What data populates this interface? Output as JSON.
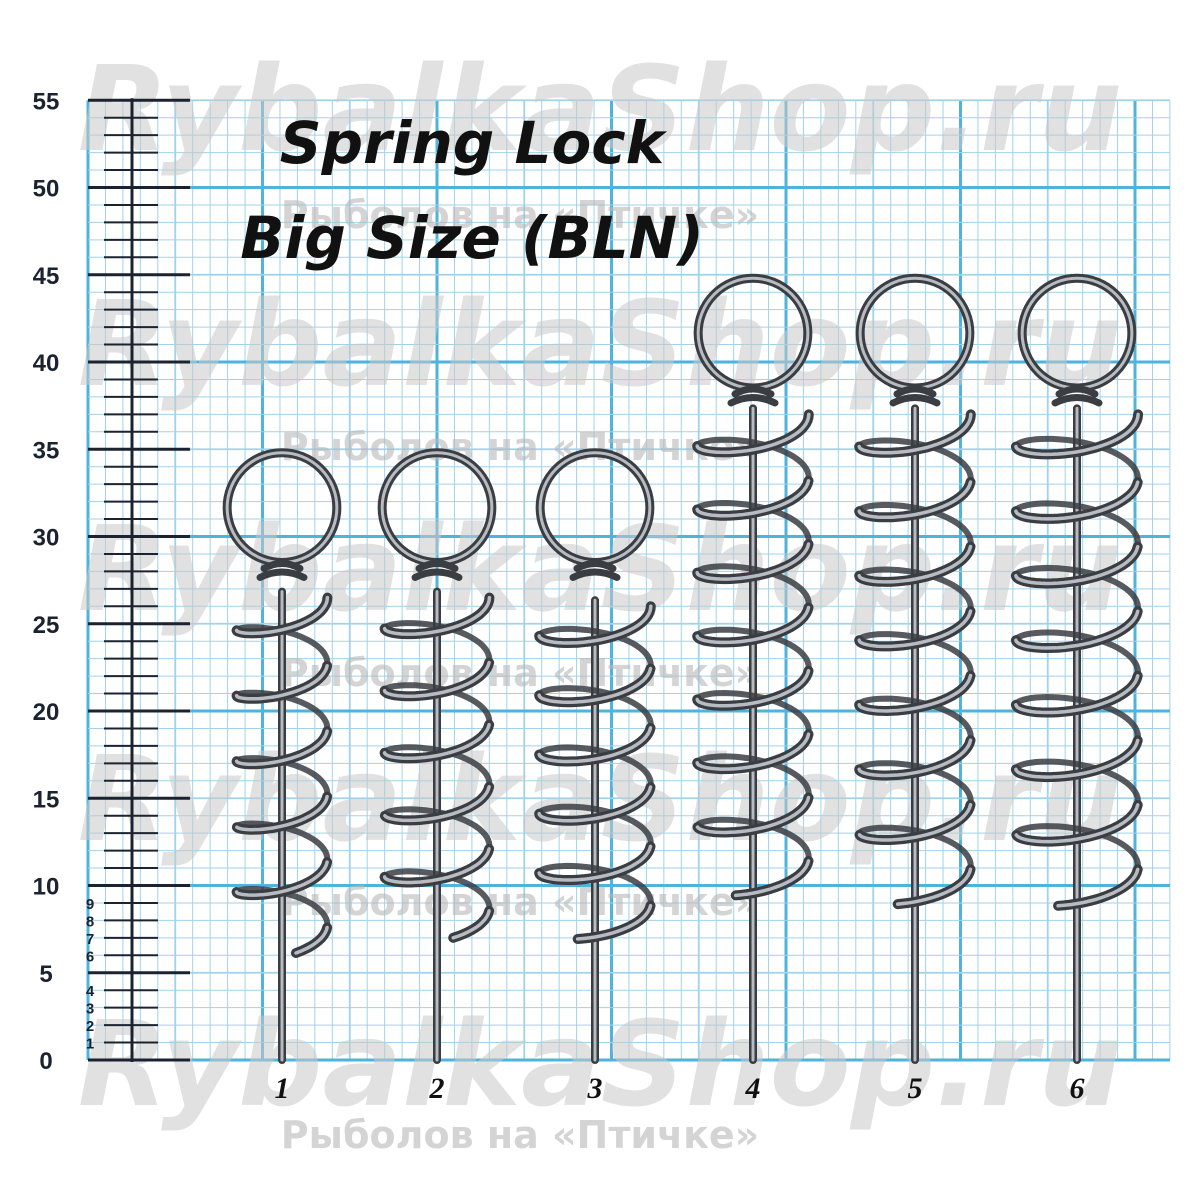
{
  "title": {
    "line1": "Spring Lock",
    "line2": "Big Size (BLN)"
  },
  "scale": {
    "unit_max": 55,
    "major_labels": [
      "0",
      "5",
      "10",
      "15",
      "20",
      "25",
      "30",
      "35",
      "40",
      "45",
      "50",
      "55"
    ],
    "minor_labels": [
      "1",
      "2",
      "3",
      "4",
      "6",
      "7",
      "8",
      "9"
    ]
  },
  "watermark": {
    "brand": "RybalkaShop.ru",
    "tagline": "Рыболов на «Птичке»",
    "color_brand": "#c9c9c9",
    "color_tagline": "#b8b8b8"
  },
  "items": [
    {
      "label": "1",
      "top_mm": 34.8,
      "coil_top_mm": 26.5,
      "coil_bottom_mm": 7,
      "bottom_mm": 0,
      "turns": 5.2,
      "radius_mm": 2.6
    },
    {
      "label": "2",
      "top_mm": 34.8,
      "coil_top_mm": 26.5,
      "coil_bottom_mm": 8,
      "bottom_mm": 0,
      "turns": 5.2,
      "radius_mm": 3.0
    },
    {
      "label": "3",
      "top_mm": 34.8,
      "coil_top_mm": 26,
      "coil_bottom_mm": 8,
      "bottom_mm": 0,
      "turns": 5.3,
      "radius_mm": 3.2
    },
    {
      "label": "4",
      "top_mm": 44.8,
      "coil_top_mm": 37,
      "coil_bottom_mm": 10.5,
      "bottom_mm": 0,
      "turns": 7.3,
      "radius_mm": 3.2
    },
    {
      "label": "5",
      "top_mm": 44.8,
      "coil_top_mm": 37,
      "coil_bottom_mm": 10,
      "bottom_mm": 0,
      "turns": 7.3,
      "radius_mm": 3.2
    },
    {
      "label": "6",
      "top_mm": 44.8,
      "coil_top_mm": 37,
      "coil_bottom_mm": 10,
      "bottom_mm": 0,
      "turns": 7.3,
      "radius_mm": 3.5
    }
  ],
  "colors": {
    "grid_minor": "#9fd3ea",
    "grid_major": "#4fb3dc",
    "grid_background": "#ffffff",
    "ruler": "#1b2330",
    "wire_dark": "#3a3d42",
    "wire_light": "#b7bcc2"
  }
}
